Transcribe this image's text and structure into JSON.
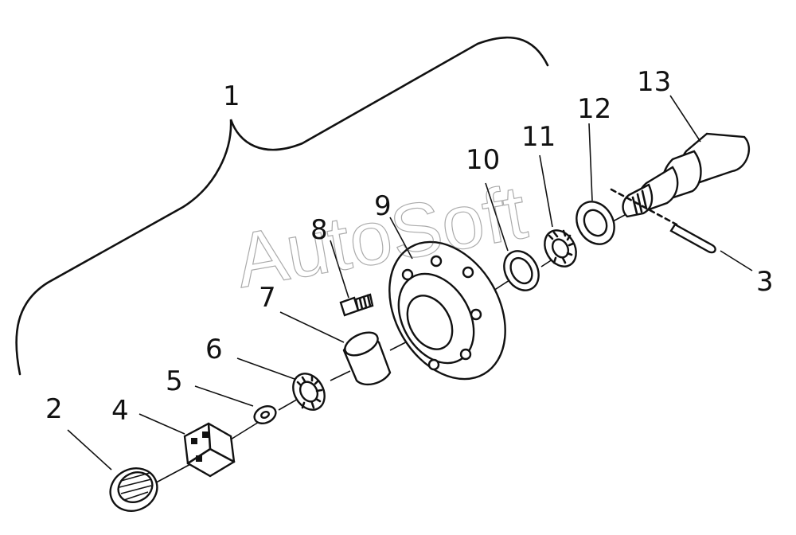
{
  "diagram": {
    "callouts": [
      "1",
      "2",
      "3",
      "4",
      "5",
      "6",
      "7",
      "8",
      "9",
      "10",
      "11",
      "12",
      "13"
    ],
    "watermark": "AutoSoft"
  }
}
